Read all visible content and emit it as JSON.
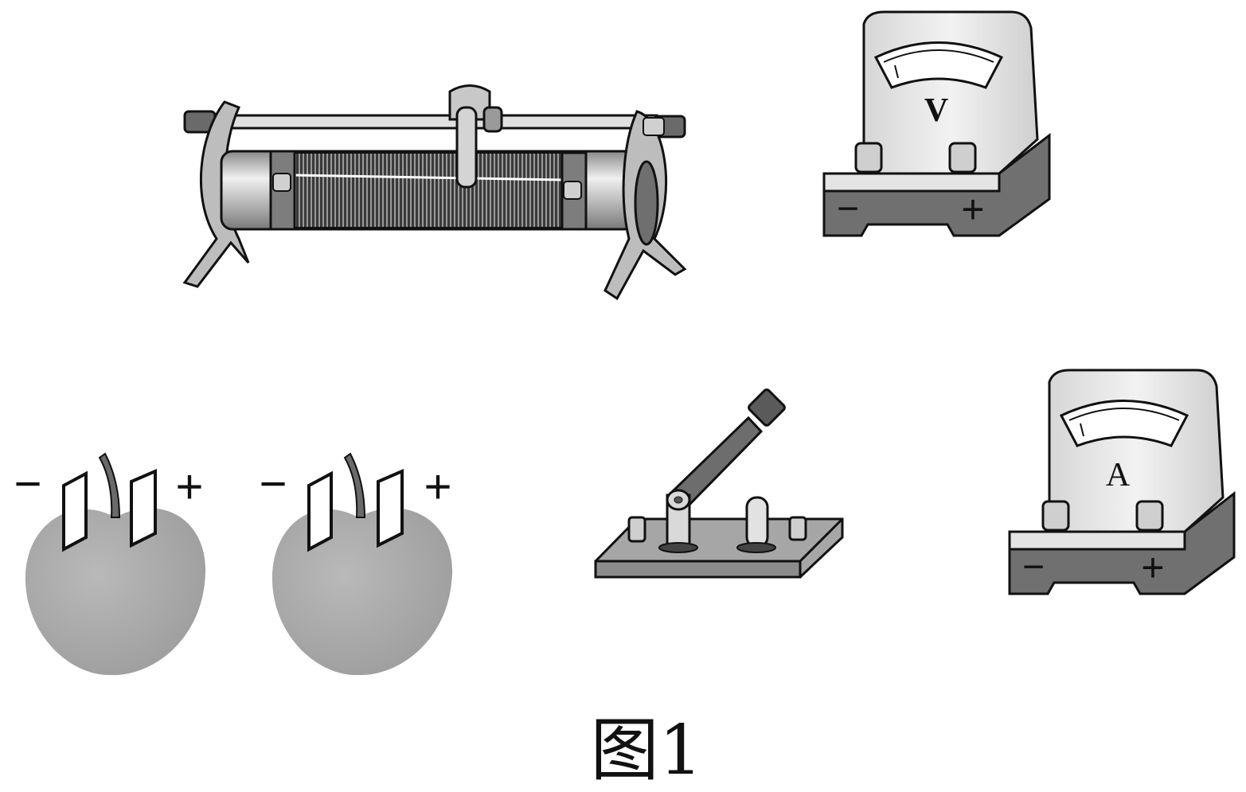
{
  "figure": {
    "caption": "图1"
  },
  "components": {
    "rheostat": {},
    "voltmeter": {
      "letter": "V",
      "neg_sign": "−",
      "pos_sign": "+"
    },
    "ammeter": {
      "letter": "A",
      "neg_sign": "−",
      "pos_sign": "+"
    },
    "switch": {},
    "apple_battery_1": {
      "neg_sign": "−",
      "pos_sign": "+"
    },
    "apple_battery_2": {
      "neg_sign": "−",
      "pos_sign": "+"
    }
  },
  "colors": {
    "outline": "#111111",
    "metal_light": "#d9d9d9",
    "metal_mid": "#a8a8a8",
    "metal_dark": "#6e6e6e",
    "meter_body": "#e6e6e6",
    "meter_base": "#6f6f6f",
    "apple": "#a9a9a9"
  }
}
